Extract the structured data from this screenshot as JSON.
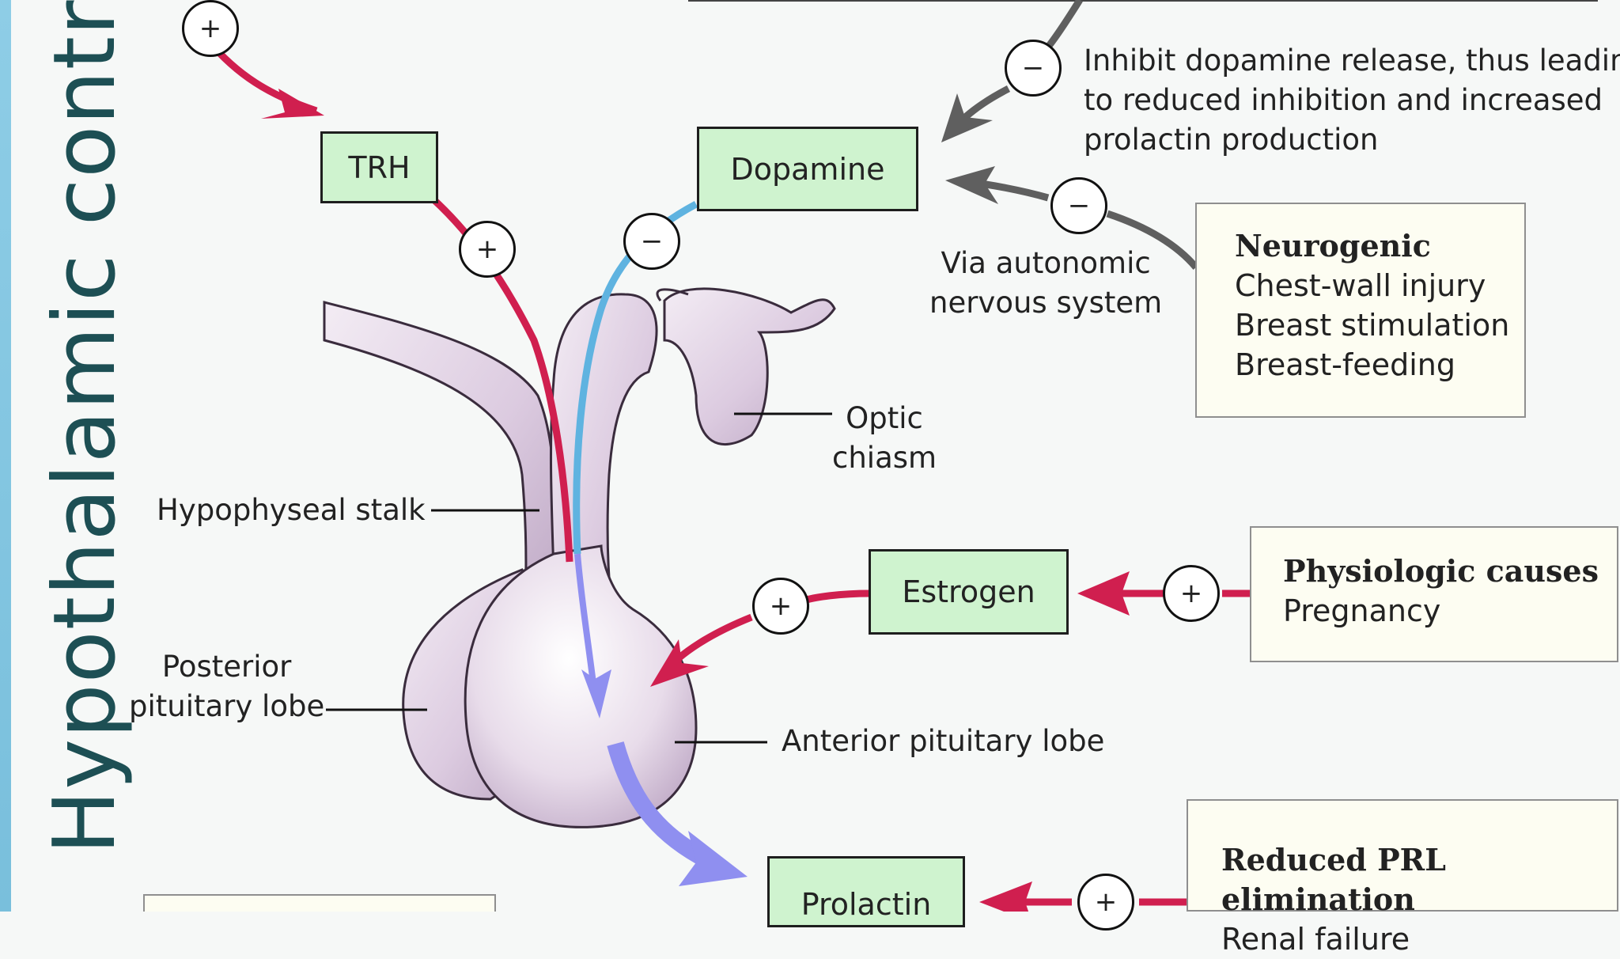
{
  "title": "Hypothalamic control",
  "boxes": {
    "trh": "TRH",
    "dopamine": "Dopamine",
    "estrogen": "Estrogen",
    "prolactin": "Prolactin"
  },
  "annotations": {
    "inhibit_line1": "Inhibit dopamine release, thus leading",
    "inhibit_line2": "to reduced inhibition and increased",
    "inhibit_line3": "prolactin production",
    "via_line1": "Via autonomic",
    "via_line2": "nervous system",
    "optic_line1": "Optic",
    "optic_line2": "chiasm",
    "stalk": "Hypophyseal stalk",
    "posterior_line1": "Posterior",
    "posterior_line2": "pituitary lobe",
    "anterior": "Anterior pituitary lobe"
  },
  "neurogenic": {
    "heading": "Neurogenic",
    "items": [
      "Chest-wall injury",
      "Breast stimulation",
      "Breast-feeding"
    ]
  },
  "physiologic": {
    "heading": "Physiologic causes",
    "items": [
      "Pregnancy"
    ]
  },
  "reduced": {
    "heading": "Reduced PRL elimination",
    "items": [
      "Renal failure"
    ]
  },
  "signs": {
    "trh_top": "+",
    "trh_path": "+",
    "dopamine_path": "−",
    "inhibit": "−",
    "via": "−",
    "estrogen_in": "+",
    "estrogen_out": "+",
    "reduced": "+"
  },
  "colors": {
    "stimulatory": "#d01f4f",
    "dopamine_path": "#5fb3e0",
    "prolactin_arrow": "#8f8ff0",
    "inhibitory_arrow": "#5f5f5f",
    "title": "#1d4f54",
    "sidebar": "#8ecde6",
    "box_fill": "#cff3cf",
    "gland_fill": "#e6d6e8"
  }
}
